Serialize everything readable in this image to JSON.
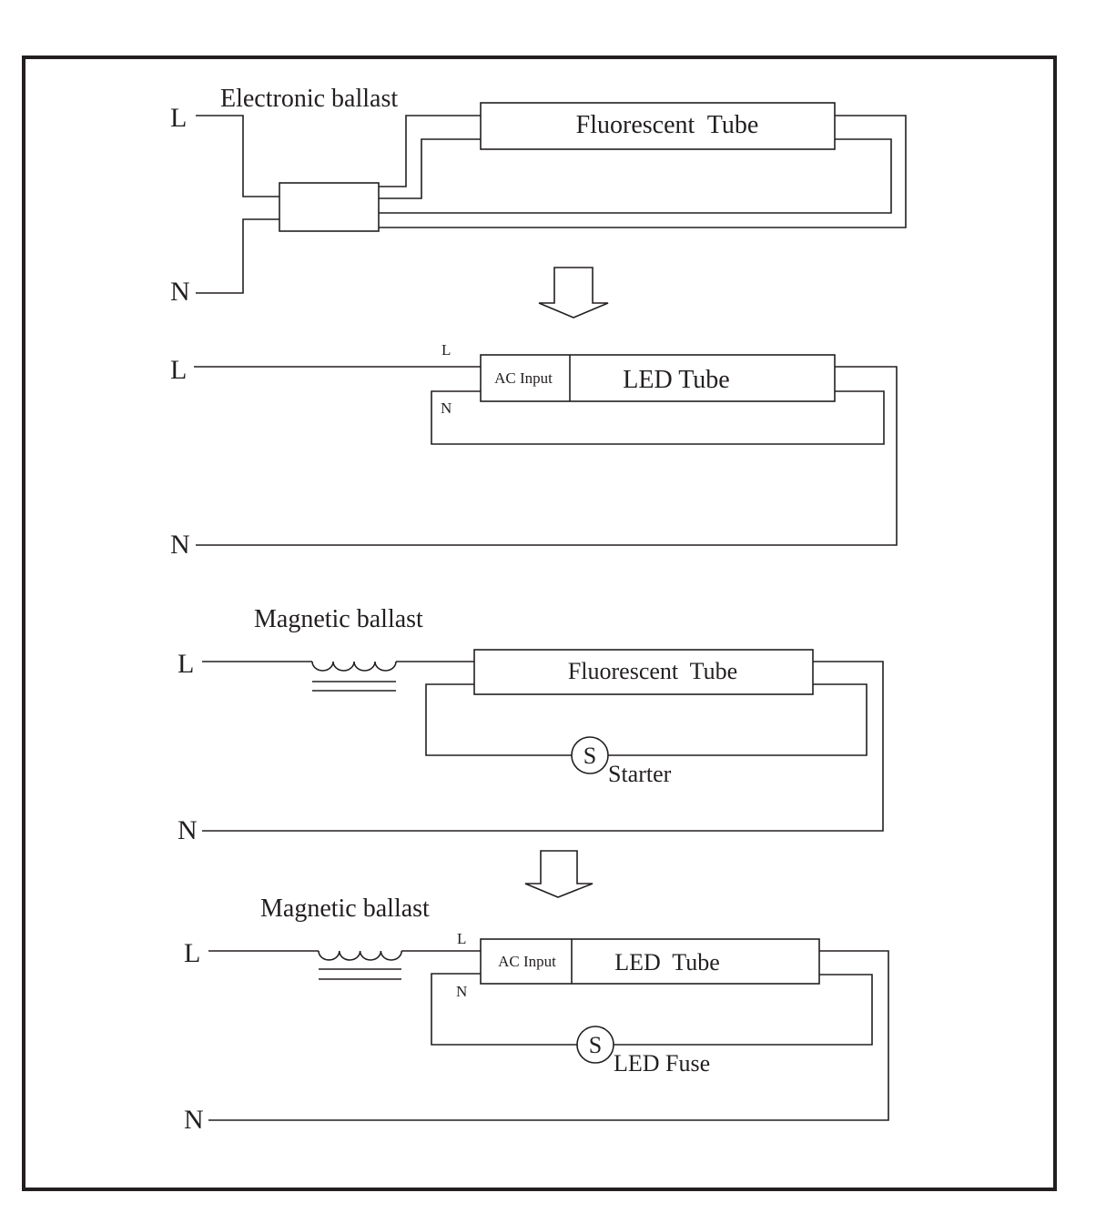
{
  "diagram": {
    "stroke_color": "#231f20",
    "background": "#ffffff",
    "sections": [
      {
        "id": "electronic-fluorescent",
        "title": "Electronic ballast",
        "line_label": "L",
        "neutral_label": "N",
        "tube_label": "Fluorescent  Tube"
      },
      {
        "id": "electronic-led",
        "line_label": "L",
        "neutral_label": "N",
        "input_l_label": "L",
        "input_n_label": "N",
        "input_label": "AC Input",
        "tube_label": "LED Tube"
      },
      {
        "id": "magnetic-fluorescent",
        "title": "Magnetic ballast",
        "line_label": "L",
        "neutral_label": "N",
        "tube_label": "Fluorescent  Tube",
        "starter_symbol": "S",
        "starter_label": "Starter"
      },
      {
        "id": "magnetic-led",
        "title": "Magnetic ballast",
        "line_label": "L",
        "neutral_label": "N",
        "input_l_label": "L",
        "input_n_label": "N",
        "input_label": "AC Input",
        "tube_label": "LED  Tube",
        "fuse_symbol": "S",
        "fuse_label": "LED Fuse"
      }
    ],
    "arrows": [
      {
        "direction": "down",
        "meaning": "replace-with"
      },
      {
        "direction": "down",
        "meaning": "replace-with"
      }
    ]
  }
}
